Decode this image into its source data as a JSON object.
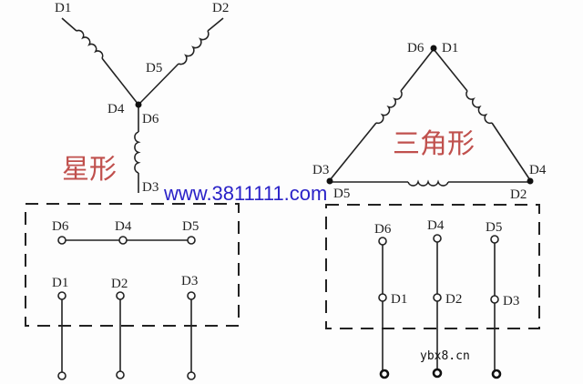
{
  "star": {
    "title": "星形",
    "winding_labels": {
      "d1": "D1",
      "d2": "D2",
      "d5": "D5",
      "d4": "D4",
      "d6": "D6",
      "d3": "D3"
    },
    "terminal_box": {
      "top_row": [
        "D6",
        "D4",
        "D5"
      ],
      "bottom_row": [
        "D1",
        "D2",
        "D3"
      ]
    }
  },
  "delta": {
    "title": "三角形",
    "winding_labels": {
      "d6": "D6",
      "d1": "D1",
      "d3": "D3",
      "d5": "D5",
      "d4": "D4",
      "d2": "D2"
    },
    "terminal_box": {
      "top_row": [
        "D6",
        "D4",
        "D5"
      ],
      "middle_row": [
        "D1",
        "D2",
        "D3"
      ]
    }
  },
  "watermarks": {
    "site": "www.3811111.com",
    "corner": "ybx8.cn"
  },
  "colors": {
    "title": "#c0504d",
    "watermark": "#2a22c8",
    "line": "#222222"
  }
}
